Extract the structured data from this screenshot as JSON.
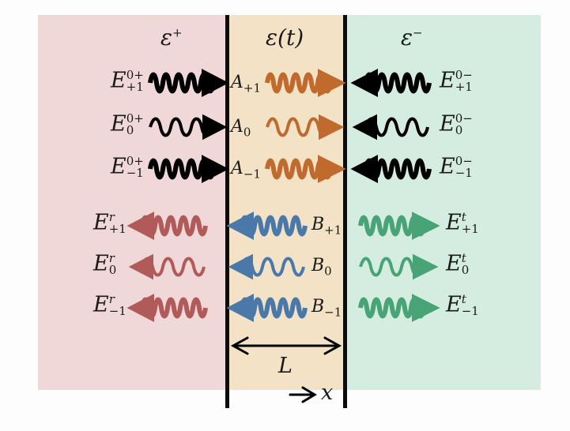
{
  "diagram": {
    "regions": [
      {
        "name": "left",
        "permittivity": "ε",
        "permittivity_sup": "+",
        "color": "#f1d8d8"
      },
      {
        "name": "middle",
        "permittivity": "ε(t)",
        "color": "#f3e2c6"
      },
      {
        "name": "right",
        "permittivity": "ε",
        "permittivity_sup": "−",
        "color": "#d5ede0"
      }
    ],
    "colors": {
      "incident": "#000000",
      "inner_forward": "#c06a2e",
      "inner_backward": "#4a78a8",
      "reflected": "#b05a5a",
      "transmitted": "#48a377"
    },
    "incident_left": [
      {
        "base": "E",
        "sup": "0+",
        "sub": "+1"
      },
      {
        "base": "E",
        "sup": "0+",
        "sub": "0"
      },
      {
        "base": "E",
        "sup": "0+",
        "sub": "−1"
      }
    ],
    "incident_right": [
      {
        "base": "E",
        "sup": "0−",
        "sub": "+1"
      },
      {
        "base": "E",
        "sup": "0−",
        "sub": "0"
      },
      {
        "base": "E",
        "sup": "0−",
        "sub": "−1"
      }
    ],
    "inner_forward": [
      {
        "base": "A",
        "sub": "+1"
      },
      {
        "base": "A",
        "sub": "0"
      },
      {
        "base": "A",
        "sub": "−1"
      }
    ],
    "inner_backward": [
      {
        "base": "B",
        "sub": "+1"
      },
      {
        "base": "B",
        "sub": "0"
      },
      {
        "base": "B",
        "sub": "−1"
      }
    ],
    "reflected": [
      {
        "base": "E",
        "sup": "r",
        "sub": "+1"
      },
      {
        "base": "E",
        "sup": "r",
        "sub": "0"
      },
      {
        "base": "E",
        "sup": "r",
        "sub": "−1"
      }
    ],
    "transmitted": [
      {
        "base": "E",
        "sup": "t",
        "sub": "+1"
      },
      {
        "base": "E",
        "sup": "t",
        "sub": "0"
      },
      {
        "base": "E",
        "sup": "t",
        "sub": "−1"
      }
    ],
    "length_label": "L",
    "axis_label": "x"
  }
}
